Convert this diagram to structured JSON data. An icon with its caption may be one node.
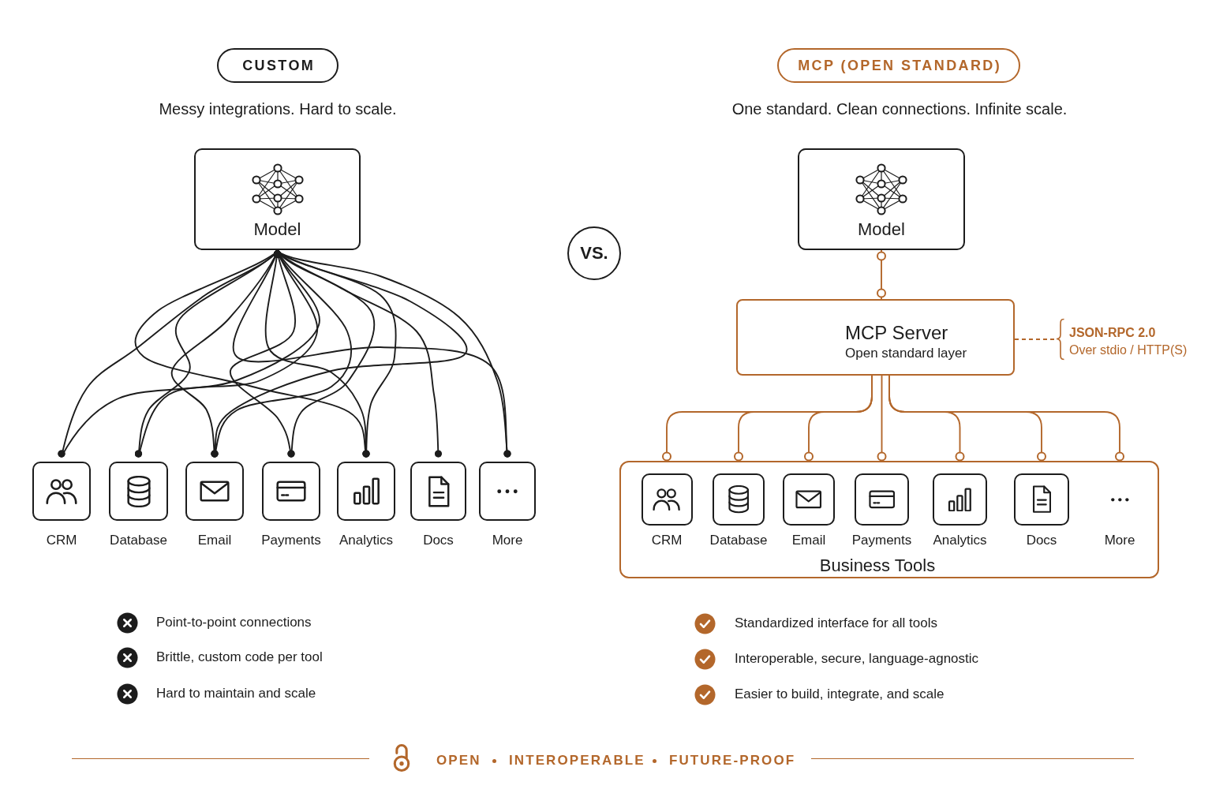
{
  "diagram": {
    "nodes": [
      {
        "text": [
          "CUSTOM"
        ]
      },
      {
        "text": [
          "MCP (OPEN STANDARD)"
        ]
      },
      {
        "text": [
          "Model"
        ]
      },
      {
        "text": [
          "VS."
        ]
      },
      {
        "text": [
          "Model"
        ]
      },
      {
        "text": [
          "MCP Server",
          "Open standard layer"
        ]
      },
      {
        "text": [
          "JSON-RPC 2.0",
          "Over stdio / HTTP(S)"
        ]
      },
      {
        "text": [
          "CRM"
        ]
      },
      {
        "text": [
          "Database"
        ]
      },
      {
        "text": [
          "Email"
        ]
      },
      {
        "text": [
          "Payments"
        ]
      },
      {
        "text": [
          "Analytics"
        ]
      },
      {
        "text": [
          "Docs"
        ]
      },
      {
        "text": [
          "More"
        ]
      },
      {
        "text": [
          "Business Tools"
        ]
      },
      {
        "text": [
          "CRM"
        ],
        "in": 14
      },
      {
        "text": [
          "Database"
        ],
        "in": 14
      },
      {
        "text": [
          "Email"
        ],
        "in": 14
      },
      {
        "text": [
          "Payments"
        ],
        "in": 14
      },
      {
        "text": [
          "Analytics"
        ],
        "in": 14
      },
      {
        "text": [
          "Docs"
        ],
        "in": 14
      },
      {
        "text": [
          "More"
        ],
        "in": 14
      }
    ],
    "edges": [
      {
        "from": 2,
        "to": 7,
        "arrow": "other"
      },
      {
        "from": 2,
        "to": 7,
        "arrow": "other"
      },
      {
        "from": 2,
        "to": 8,
        "arrow": "other"
      },
      {
        "from": 2,
        "to": 8,
        "arrow": "other"
      },
      {
        "from": 2,
        "to": 9,
        "arrow": "other"
      },
      {
        "from": 2,
        "to": 9,
        "arrow": "other"
      },
      {
        "from": 2,
        "to": 9,
        "arrow": "other"
      },
      {
        "from": 2,
        "to": 10,
        "arrow": "other"
      },
      {
        "from": 2,
        "to": 10,
        "arrow": "other"
      },
      {
        "from": 2,
        "to": 11,
        "arrow": "other"
      },
      {
        "from": 2,
        "to": 11,
        "arrow": "other"
      },
      {
        "from": 2,
        "to": 11,
        "arrow": "other"
      },
      {
        "from": 2,
        "to": 12,
        "arrow": "other"
      },
      {
        "from": 2,
        "to": 13,
        "arrow": "other"
      },
      {
        "from": 2,
        "to": 13,
        "arrow": "other"
      },
      {
        "from": 4,
        "to": 5,
        "arrow": "other",
        "color": "#b3672b"
      },
      {
        "from": 5,
        "to": 6,
        "arrow": "none",
        "style": "dashed",
        "color": "#b3672b"
      },
      {
        "from": 5,
        "to": 15,
        "arrow": "other",
        "color": "#b3672b"
      },
      {
        "from": 5,
        "to": 16,
        "arrow": "other",
        "color": "#b3672b"
      },
      {
        "from": 5,
        "to": 17,
        "arrow": "other",
        "color": "#b3672b"
      },
      {
        "from": 5,
        "to": 18,
        "arrow": "other",
        "color": "#b3672b"
      },
      {
        "from": 5,
        "to": 19,
        "arrow": "other",
        "color": "#b3672b"
      },
      {
        "from": 5,
        "to": 20,
        "arrow": "other",
        "color": "#b3672b"
      },
      {
        "from": 5,
        "to": 21,
        "arrow": "other",
        "color": "#b3672b"
      }
    ],
    "labels": [
      "Messy integrations. Hard to scale.",
      "One standard. Clean connections. Infinite scale.",
      "Point-to-point connections",
      "Brittle, custom code per tool",
      "Hard to maintain and scale",
      "Standardized interface for all tools",
      "Interoperable, secure, language-agnostic",
      "Easier to build, integrate, and scale",
      "OPEN",
      "INTEROPERABLE",
      "FUTURE-PROOF"
    ]
  }
}
